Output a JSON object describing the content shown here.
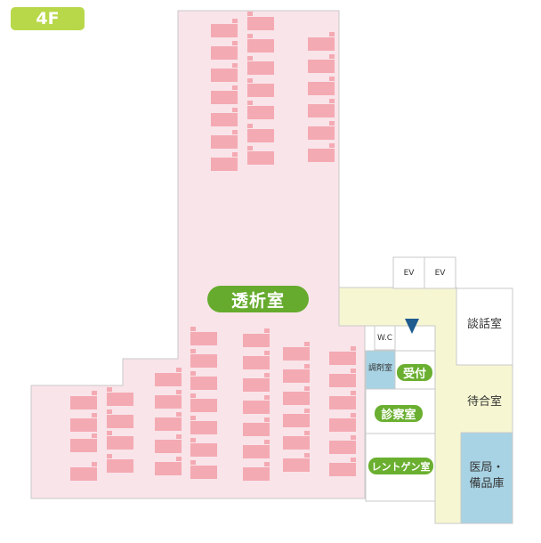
{
  "floor": {
    "label": "4F"
  },
  "rooms": {
    "dialysis": "透析室",
    "ev1": "EV",
    "ev2": "EV",
    "wc": "W.C",
    "pharmacy": "調剤室",
    "reception": "受付",
    "consultation_room": "診察室",
    "xray": "レントゲン室",
    "talk_room": "談話室",
    "waiting_room": "待合室",
    "medical_storage": "医局・\n備品庫"
  },
  "colors": {
    "dialysis_area": "#f9e4e9",
    "bed": "#f4aab3",
    "corridor": "#f6f7d2",
    "pharmacy": "#a8d3e4",
    "storage": "#a8d3e4",
    "label_green": "#66ab2e",
    "floor_badge": "#b8d84a",
    "entrance_marker": "#1e5b8e"
  },
  "icons": {
    "entrance": "entrance-marker-icon"
  }
}
